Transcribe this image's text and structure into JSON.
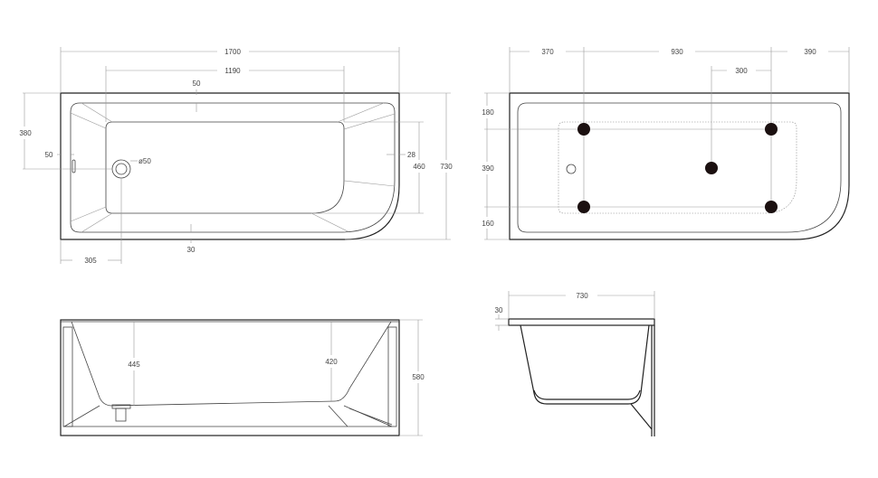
{
  "top_view": {
    "length": "1700",
    "inner_length": "1190",
    "rim_top": "50",
    "drain_offset_y": "380",
    "rim_left": "50",
    "drain_diameter": "ø50",
    "rim_right": "28",
    "inner_width": "460",
    "width": "730",
    "rim_bottom": "30",
    "drain_offset_x": "305"
  },
  "bottom_view": {
    "left_offset": "370",
    "leg_spacing_x": "930",
    "right_offset": "390",
    "center_leg_offset": "300",
    "top_offset": "180",
    "leg_spacing_y": "390",
    "bottom_offset": "160"
  },
  "front_view": {
    "depth_left": "445",
    "depth_right": "420",
    "height": "580"
  },
  "side_view": {
    "width": "730",
    "rim_thickness": "30"
  }
}
